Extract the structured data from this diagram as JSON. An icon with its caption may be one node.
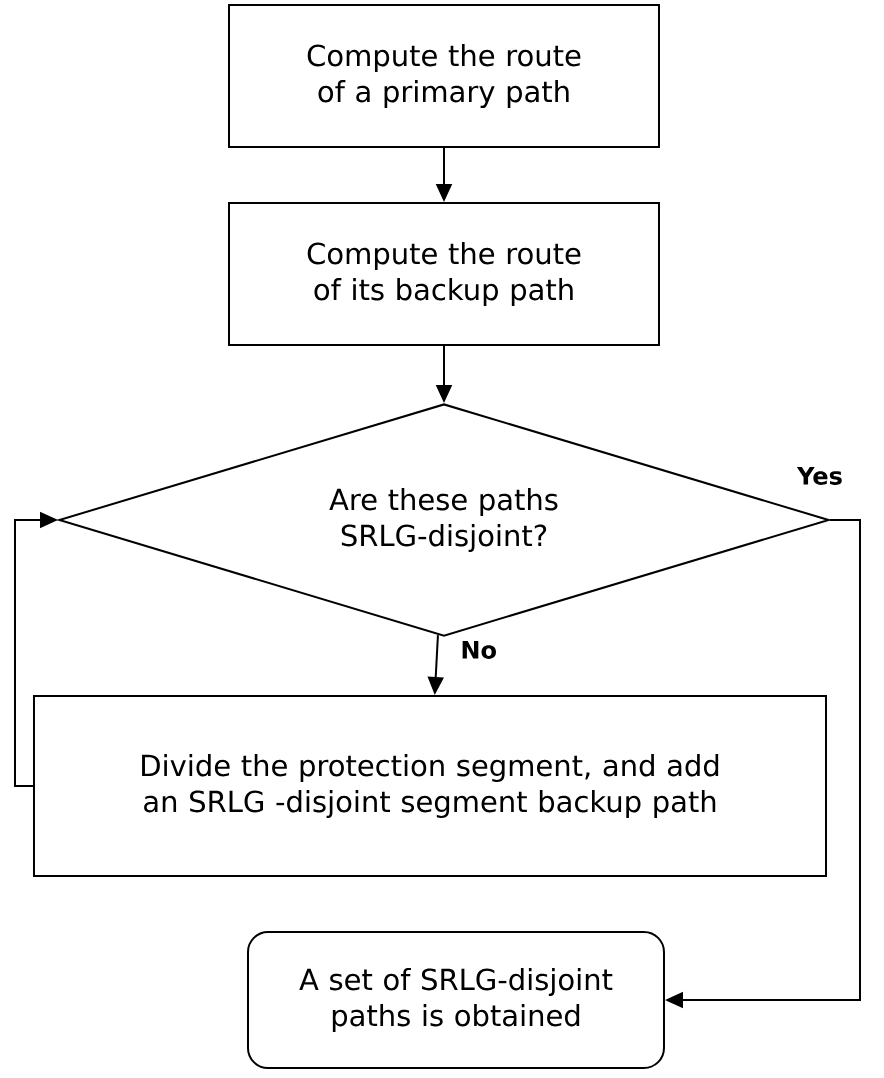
{
  "diagram": {
    "nodes": [
      {
        "text": [
          "Compute the route of a primary path"
        ]
      },
      {
        "text": [
          "Compute the route of its backup path"
        ]
      },
      {
        "text": [
          "Are these paths SRLG-disjoint?"
        ]
      },
      {
        "text": [
          "Divide the protection segment, and add an SRLG -disjoint segment backup path"
        ]
      },
      {
        "text": [
          "A set of SRLG-disjoint paths is obtained"
        ]
      }
    ],
    "edges": [
      {
        "from": 0,
        "to": 1,
        "arrow": "to"
      },
      {
        "from": 1,
        "to": 2,
        "arrow": "to"
      },
      {
        "from": 2,
        "to": 3,
        "arrow": "to",
        "label": "No"
      },
      {
        "from": 3,
        "to": 2,
        "arrow": "to"
      },
      {
        "from": 2,
        "to": 4,
        "arrow": "to",
        "label": "Yes"
      }
    ]
  }
}
